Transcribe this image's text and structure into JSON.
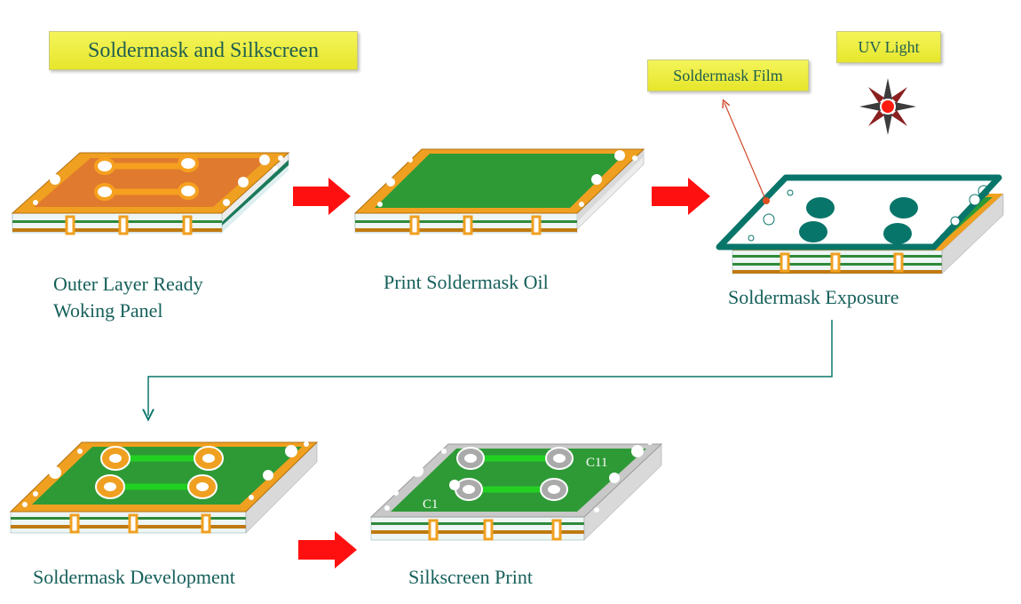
{
  "title": "Soldermask and Silkscreen",
  "callouts": {
    "film": "Soldermask Film",
    "uv": "UV Light"
  },
  "steps": [
    {
      "line1": "Outer Layer Ready",
      "line2": "Woking Panel"
    },
    {
      "line1": "Print Soldermask Oil"
    },
    {
      "line1": "Soldermask Exposure"
    },
    {
      "line1": "Soldermask Development"
    },
    {
      "line1": "Silkscreen Print"
    }
  ],
  "silkscreen_marks": [
    "C11",
    "C1"
  ],
  "colors": {
    "copper_top": "#e07a2e",
    "frame_orange": "#f0a020",
    "soldermask_green": "#2e9a36",
    "teal": "#08756a",
    "arrow_red": "#ff1010",
    "silk_grey": "#c8c8c8",
    "label_teal": "#16605a"
  }
}
